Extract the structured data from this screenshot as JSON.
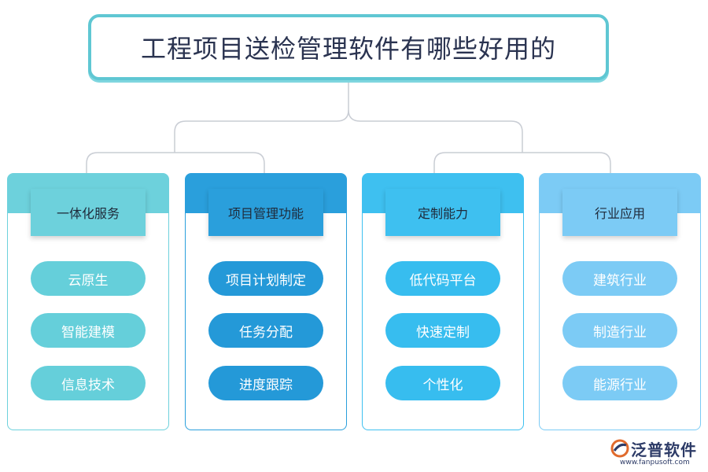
{
  "title": "工程项目送检管理软件有哪些好用的",
  "columns": [
    {
      "heading": "一体化服务",
      "items": [
        "云原生",
        "智能建模",
        "信息技术"
      ],
      "band_color": "#6dd1dc",
      "head_color": "#6dd1dc",
      "pill_color": "#65cfda",
      "border_color": "#6dd1dc"
    },
    {
      "heading": "项目管理功能",
      "items": [
        "项目计划制定",
        "任务分配",
        "进度跟踪"
      ],
      "band_color": "#2a9fdc",
      "head_color": "#2a9fdc",
      "pill_color": "#2499d8",
      "border_color": "#2a9fdc"
    },
    {
      "heading": "定制能力",
      "items": [
        "低代码平台",
        "快速定制",
        "个性化"
      ],
      "band_color": "#3ec0f0",
      "head_color": "#3ec0f0",
      "pill_color": "#37bdef",
      "border_color": "#3ec0f0"
    },
    {
      "heading": "行业应用",
      "items": [
        "建筑行业",
        "制造行业",
        "能源行业"
      ],
      "band_color": "#7ccbf5",
      "head_color": "#7ccbf5",
      "pill_color": "#7ccbf5",
      "border_color": "#7ccbf5"
    }
  ],
  "logo": {
    "name": "泛普软件",
    "url": "www.fanpusoft.com"
  },
  "colors": {
    "title_border": "#5fc7d3",
    "connector": "#c9cdd4"
  }
}
